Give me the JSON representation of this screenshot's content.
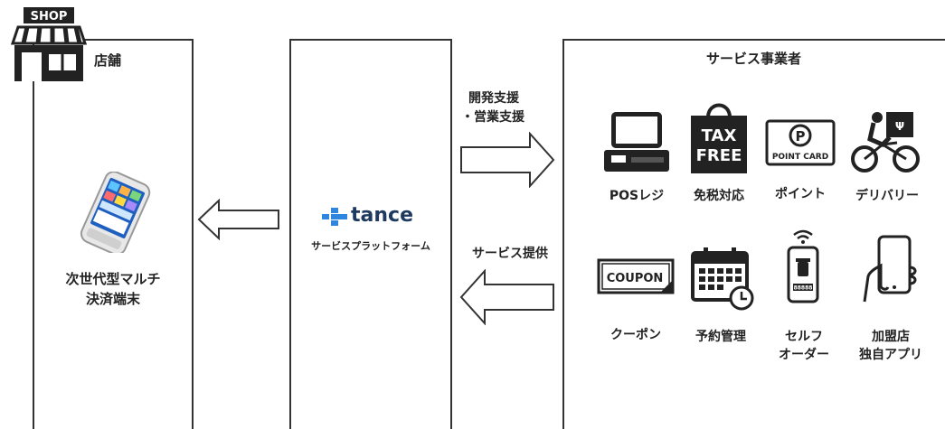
{
  "store": {
    "shop_sign": "SHOP",
    "title": "店舗",
    "device_line1": "次世代型マルチ",
    "device_line2": "決済端末"
  },
  "platform": {
    "brand": "tance",
    "subtitle": "サービスプラットフォーム"
  },
  "arrows": {
    "right_line1": "開発支援",
    "right_line2": "・営業支援",
    "left_label": "サービス提供"
  },
  "provider": {
    "title": "サービス事業者",
    "services": [
      {
        "label": "POSレジ",
        "icon": "pos-register-icon"
      },
      {
        "label": "免税対応",
        "icon": "tax-free-bag-icon"
      },
      {
        "label": "ポイント",
        "icon": "point-card-icon"
      },
      {
        "label": "デリバリー",
        "icon": "delivery-bike-icon"
      },
      {
        "label": "クーポン",
        "icon": "coupon-icon"
      },
      {
        "label": "予約管理",
        "icon": "calendar-clock-icon"
      },
      {
        "label_line1": "セルフ",
        "label_line2": "オーダー",
        "icon": "self-order-phone-icon"
      },
      {
        "label_line1": "加盟店",
        "label_line2": "独自アプリ",
        "icon": "hand-phone-icon"
      }
    ],
    "tax_free_text1": "TAX",
    "tax_free_text2": "FREE",
    "point_card_text": "POINT CARD",
    "point_card_letter": "P",
    "coupon_text": "COUPON",
    "self_order_code": "88888"
  },
  "colors": {
    "brand_blue": "#2e86de",
    "dark": "#222222"
  }
}
